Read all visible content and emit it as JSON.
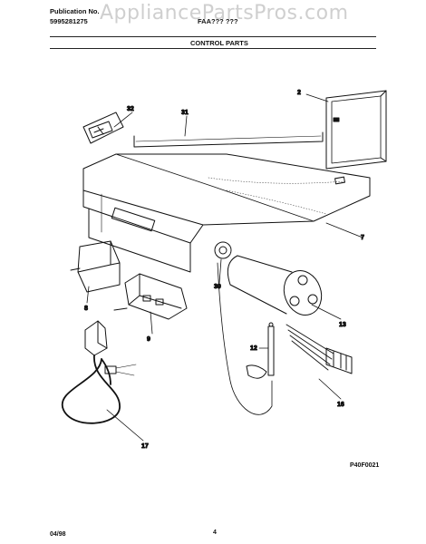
{
  "header": {
    "publication_label": "Publication No.",
    "publication_number": "5995281275",
    "model": "FAA??? ???",
    "watermark": "AppliancePartsPros.com",
    "section_title": "CONTROL PARTS"
  },
  "diagram": {
    "callouts": [
      "32",
      "31",
      "2",
      "7",
      "8",
      "30",
      "13",
      "9",
      "12",
      "16",
      "17"
    ],
    "figure_code": "P40F0021"
  },
  "footer": {
    "date": "04/98",
    "page": "4"
  }
}
